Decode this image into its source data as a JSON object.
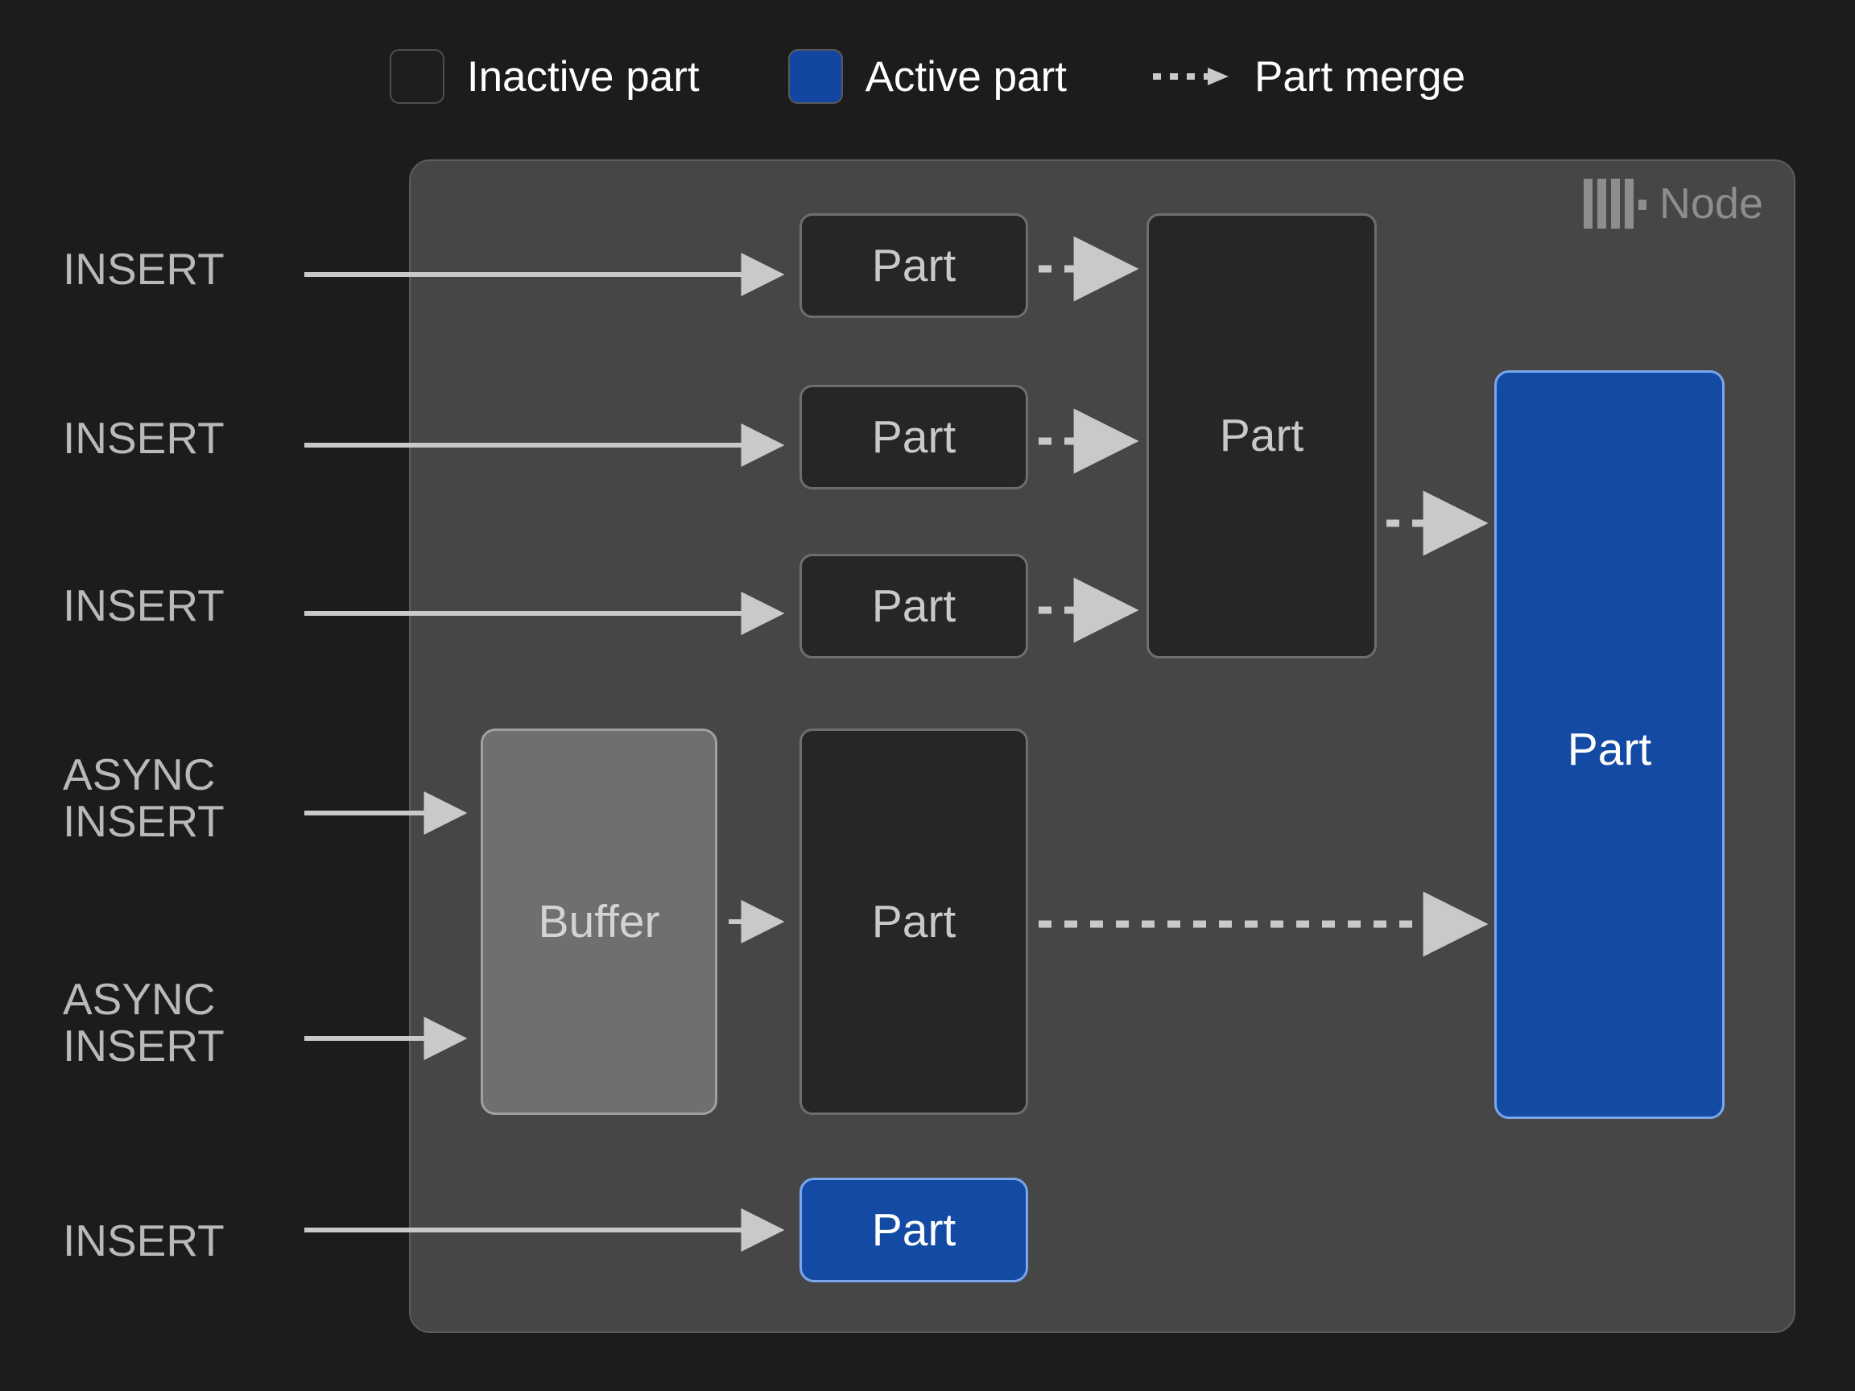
{
  "legend": {
    "items": [
      {
        "id": "inactive-part",
        "label": "Inactive part",
        "swatch": "square",
        "color": "#1e1f1c"
      },
      {
        "id": "active-part",
        "label": "Active part",
        "swatch": "square",
        "color": "#1346a0"
      },
      {
        "id": "part-merge",
        "label": "Part merge",
        "swatch": "dashed-arrow",
        "color": "#c9c9c9"
      }
    ]
  },
  "node": {
    "title": "Node",
    "logo_icon": "clickhouse-logo-icon",
    "background": "#464646",
    "border": "#5c5c5c"
  },
  "inputs": [
    {
      "id": "insert-1",
      "label": "INSERT"
    },
    {
      "id": "insert-2",
      "label": "INSERT"
    },
    {
      "id": "insert-3",
      "label": "INSERT"
    },
    {
      "id": "async-insert-1",
      "label": "ASYNC\nINSERT"
    },
    {
      "id": "async-insert-2",
      "label": "ASYNC\nINSERT"
    },
    {
      "id": "insert-4",
      "label": "INSERT"
    }
  ],
  "boxes": {
    "part_1": {
      "label": "Part",
      "state": "inactive"
    },
    "part_2": {
      "label": "Part",
      "state": "inactive"
    },
    "part_3": {
      "label": "Part",
      "state": "inactive"
    },
    "part_merged": {
      "label": "Part",
      "state": "inactive"
    },
    "buffer": {
      "label": "Buffer",
      "state": "buffer"
    },
    "part_buffered": {
      "label": "Part",
      "state": "inactive"
    },
    "part_final": {
      "label": "Part",
      "state": "active"
    },
    "part_new": {
      "label": "Part",
      "state": "active"
    }
  },
  "colors": {
    "page_background": "#1c1c1c",
    "node_background": "#464646",
    "inactive_fill": "#262626",
    "inactive_border": "#6e6e6e",
    "active_fill": "#134aa3",
    "active_border": "#7aa7ec",
    "buffer_fill": "#6f6f6f",
    "buffer_border": "#a0a0a0",
    "arrow": "#c9c9c9",
    "label_text": "#b9b9b9",
    "legend_text": "#ffffff",
    "node_tag_text": "#8d8d8d"
  }
}
